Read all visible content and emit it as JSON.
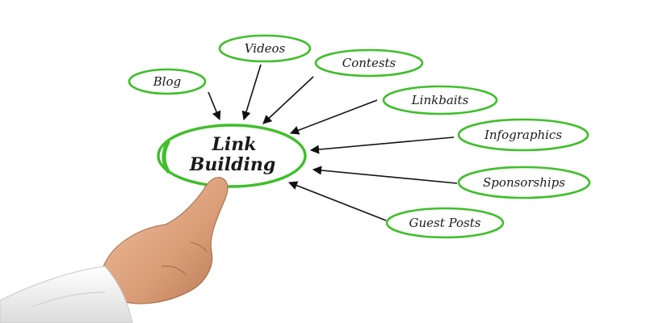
{
  "colors": {
    "ring": "#3fbf2a",
    "ring_dark": "#2a9e1c",
    "arrow": "#111111",
    "text": "#1a1a1a",
    "skin": "#e2a985",
    "sleeve": "#f4f4f4"
  },
  "diagram": {
    "center": {
      "line1": "Link",
      "line2": "Building"
    },
    "nodes": [
      {
        "id": "blog",
        "label": "Blog"
      },
      {
        "id": "videos",
        "label": "Videos"
      },
      {
        "id": "contests",
        "label": "Contests"
      },
      {
        "id": "linkbaits",
        "label": "Linkbaits"
      },
      {
        "id": "infographics",
        "label": "Infographics"
      },
      {
        "id": "sponsorships",
        "label": "Sponsorships"
      },
      {
        "id": "guest-posts",
        "label": "Guest Posts"
      }
    ]
  },
  "image": {
    "hand": "pointing-hand"
  }
}
